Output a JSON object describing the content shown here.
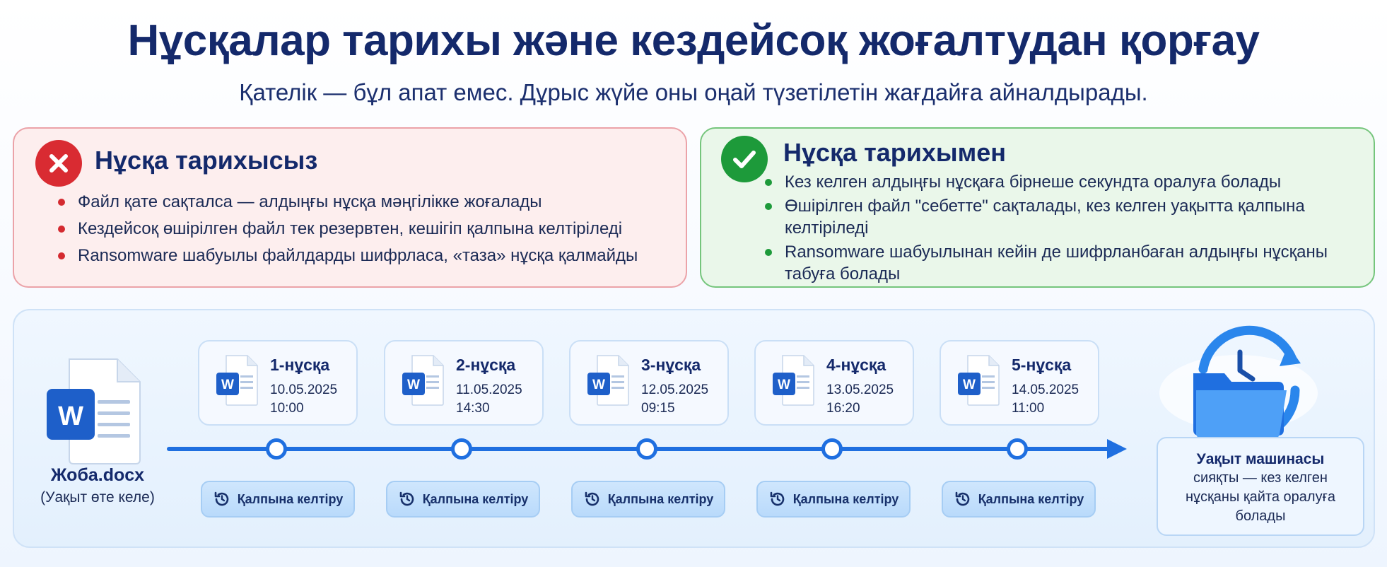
{
  "header": {
    "title": "Нұсқалар тарихы және кездейсоқ жоғалтудан қорғау",
    "subtitle": "Қателік — бұл апат емес. Дұрыс жүйе оны оңай түзетілетін жағдайға айналдырады."
  },
  "without_history": {
    "title": "Нұсқа тарихысыз",
    "icon": "x-icon",
    "accent": "#d92b32",
    "items": [
      {
        "text": "Файл қате сақталса — алдыңғы нұсқа мәңгілікке жоғалады"
      },
      {
        "text": "Кездейсоқ өшірілген файл тек резервтен, кешігіп қалпына келтіріледі"
      },
      {
        "text": "Ransomware шабуылы файлдарды шифрласа, «таза» нұсқа қалмайды"
      }
    ]
  },
  "with_history": {
    "title": "Нұсқа тарихымен",
    "icon": "check-icon",
    "accent": "#1d9a3a",
    "items": [
      {
        "text": "Кез келген алдыңғы нұсқаға бірнеше секундта оралуға болады"
      },
      {
        "text": "Өшірілген файл \"себетте\" сақталады, кез келген уақытта қалпына келтіріледі"
      },
      {
        "text": "Ransomware шабуылынан кейін де шифрланбаған алдыңғы нұсқаны табуға болады"
      }
    ]
  },
  "source_file": {
    "name": "Жоба.docx",
    "note": "(Уақыт өте келе)",
    "icon": "word-document-icon"
  },
  "versions": [
    {
      "name": "1-нұсқа",
      "date": "10.05.2025",
      "time": "10:00",
      "restore_label": "Қалпына келтіру"
    },
    {
      "name": "2-нұсқа",
      "date": "11.05.2025",
      "time": "14:30",
      "restore_label": "Қалпына келтіру"
    },
    {
      "name": "3-нұсқа",
      "date": "12.05.2025",
      "time": "09:15",
      "restore_label": "Қалпына келтіру"
    },
    {
      "name": "4-нұсқа",
      "date": "13.05.2025",
      "time": "16:20",
      "restore_label": "Қалпына келтіру"
    },
    {
      "name": "5-нұсқа",
      "date": "14.05.2025",
      "time": "11:00",
      "restore_label": "Қалпына келтіру"
    }
  ],
  "time_machine": {
    "title": "Уақыт машинасы",
    "text": "сияқты — кез келген нұсқаны қайта оралуға болады",
    "icon": "folder-clock-icon"
  },
  "colors": {
    "primary": "#1f6fe0",
    "heading": "#14296b",
    "word_blue": "#1e5fc9"
  }
}
